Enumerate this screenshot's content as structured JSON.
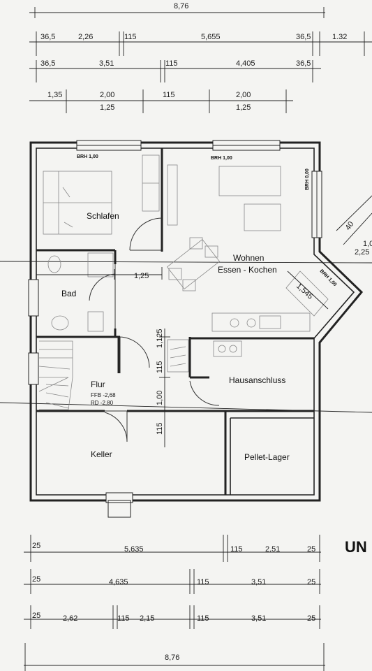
{
  "top_dims": {
    "overall": "8,76",
    "row1": [
      "36,5",
      "2,26",
      "115",
      "5,655",
      "36,5",
      "1.32"
    ],
    "row2": [
      "36,5",
      "3,51",
      "115",
      "4,405",
      "36,5"
    ],
    "row3_top": [
      "1,35",
      "2,00",
      "115",
      "2,00"
    ],
    "row3_bottom": [
      "1,25",
      "1,25"
    ]
  },
  "bottom_dims": {
    "row1": [
      "25",
      "5,635",
      "115",
      "2,51",
      "25"
    ],
    "row2": [
      "25",
      "4,635",
      "115",
      "3,51",
      "25"
    ],
    "row3": [
      "25",
      "2,62",
      "115",
      "2,15",
      "115",
      "3,51",
      "25"
    ],
    "overall": "8,76"
  },
  "rooms": {
    "schlafen": "Schlafen",
    "wohnen": "Wohnen",
    "essen_kochen": "Essen - Kochen",
    "bad": "Bad",
    "flur": "Flur",
    "flur_ffb": "FFB -2,68",
    "flur_rd": "RD  -2,80",
    "hausanschluss": "Hausanschluss",
    "keller": "Keller",
    "pellet_lager": "Pellet-Lager"
  },
  "inner_dims": {
    "bad_width": "1,25",
    "corner_diag": "1,545",
    "flur_v1": "1,125",
    "flur_v2": "115",
    "flur_v3": "1,00",
    "flur_v4": "115"
  },
  "brh": {
    "window_1": "BRH 1,00",
    "window_2": "BRH 1,00",
    "window_3": "BRH 0,00",
    "window_4": "BRH 1,00"
  },
  "side_dims": [
    "40",
    "1,0",
    "2,25"
  ],
  "title_fragment": "UN"
}
